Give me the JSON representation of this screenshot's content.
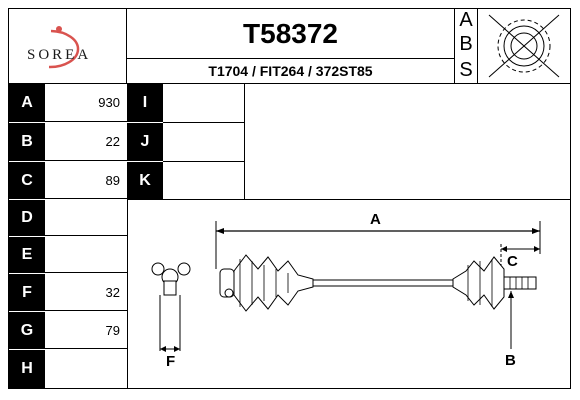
{
  "brand": {
    "logo_text": "SOREA"
  },
  "header": {
    "part_number": "T58372",
    "cross_refs": "T1704 / FIT264 / 372ST85",
    "abs_letters": [
      "A",
      "B",
      "S"
    ]
  },
  "specs_left": [
    {
      "label": "A",
      "value": "930"
    },
    {
      "label": "B",
      "value": "22"
    },
    {
      "label": "C",
      "value": "89"
    },
    {
      "label": "D",
      "value": ""
    },
    {
      "label": "E",
      "value": ""
    },
    {
      "label": "F",
      "value": "32"
    },
    {
      "label": "G",
      "value": "79"
    },
    {
      "label": "H",
      "value": ""
    }
  ],
  "specs_right": [
    {
      "label": "I",
      "value": ""
    },
    {
      "label": "J",
      "value": ""
    },
    {
      "label": "K",
      "value": ""
    }
  ],
  "diagram_labels": {
    "a": "A",
    "b": "B",
    "c": "C",
    "f": "F"
  },
  "colors": {
    "label_bg": "#000000",
    "logo_red": "#d9534f"
  }
}
